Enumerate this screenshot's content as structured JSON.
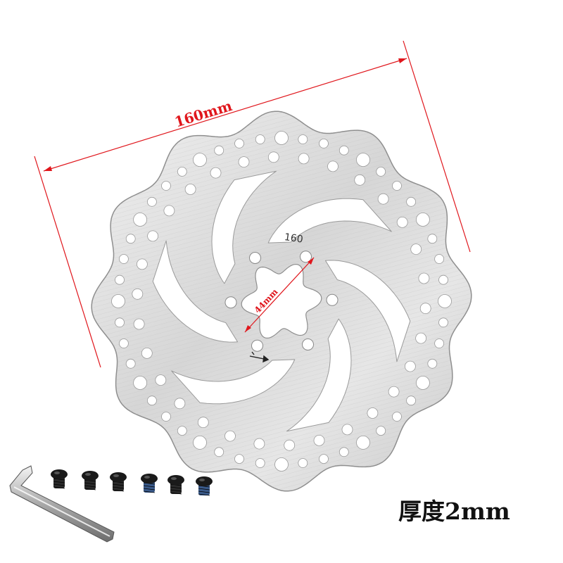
{
  "dimensions": {
    "outer_diameter": "160mm",
    "hub_diameter": "44mm"
  },
  "rotor": {
    "engraved_size": "160"
  },
  "specs": {
    "thickness_label": "厚度2mm"
  },
  "colors": {
    "dimension_lines": "#e0161c",
    "rotor_steel": "#d9d9d9",
    "bolt_black": "#1a1a1a",
    "bolt_thread_blue": "#3a5a8a"
  },
  "accessories": {
    "bolt_count": 6,
    "tool": "hex-key"
  }
}
